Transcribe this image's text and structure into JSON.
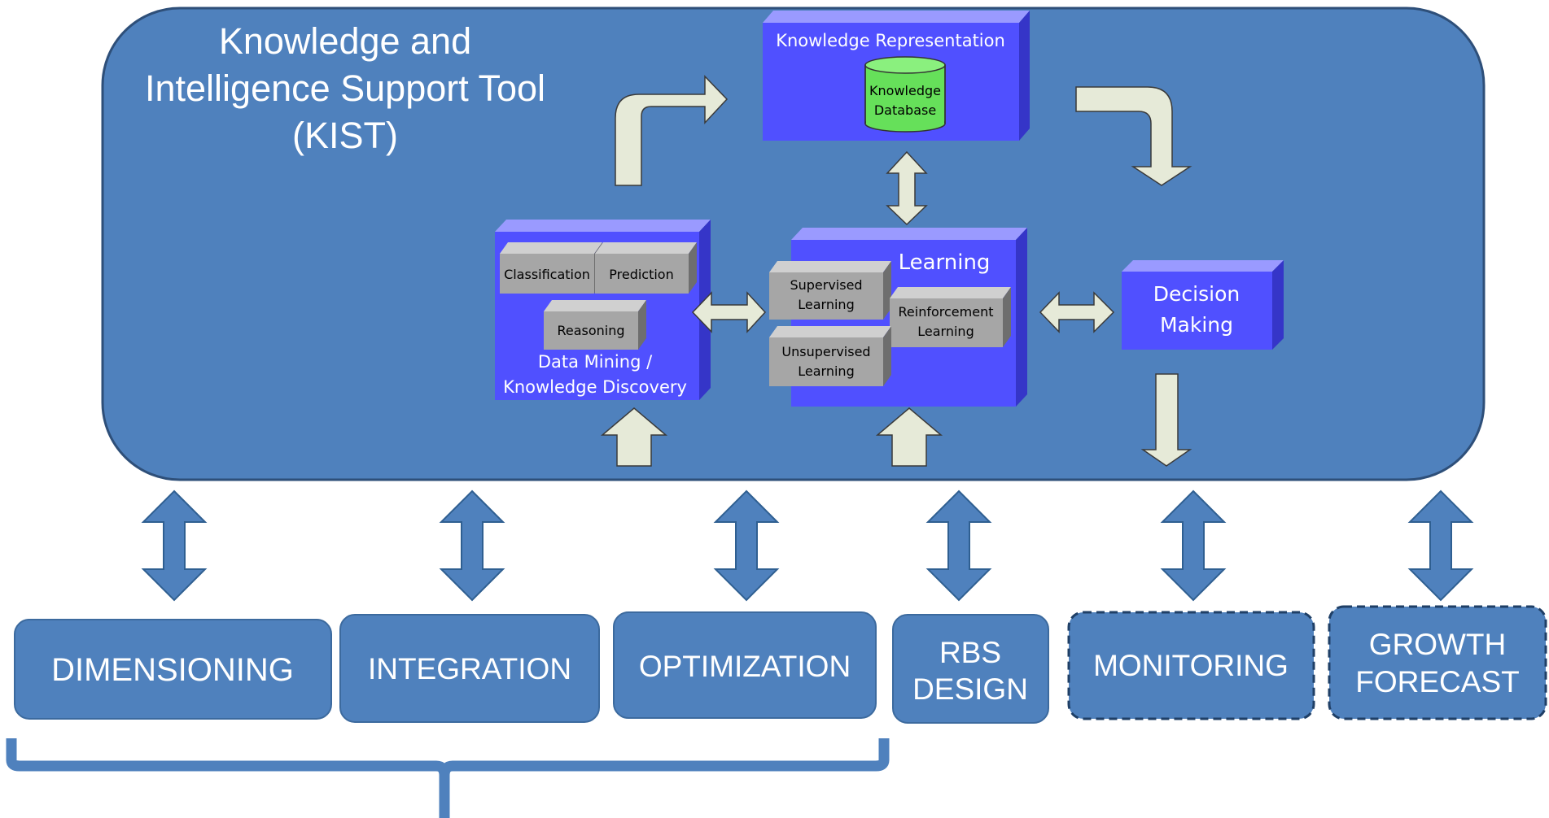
{
  "kist_title": {
    "line1": "Knowledge and",
    "line2": "Intelligence Support Tool",
    "line3": "(KIST)"
  },
  "knowledge_representation": {
    "label": "Knowledge Representation",
    "db_line1": "Knowledge",
    "db_line2": "Database"
  },
  "data_mining": {
    "classification": "Classification",
    "prediction": "Prediction",
    "reasoning": "Reasoning",
    "label_line1": "Data Mining /",
    "label_line2": "Knowledge Discovery"
  },
  "learning": {
    "title": "Learning",
    "supervised_line1": "Supervised",
    "supervised_line2": "Learning",
    "reinforcement_line1": "Reinforcement",
    "reinforcement_line2": "Learning",
    "unsupervised_line1": "Unsupervised",
    "unsupervised_line2": "Learning"
  },
  "decision_making": {
    "line1": "Decision",
    "line2": "Making"
  },
  "modules": {
    "dimensioning": "DIMENSIONING",
    "integration": "INTEGRATION",
    "optimization": "OPTIMIZATION",
    "rbs_line1": "RBS",
    "rbs_line2": "DESIGN",
    "monitoring": "MONITORING",
    "growth_line1": "GROWTH",
    "growth_line2": "FORECAST"
  },
  "colors": {
    "kist_panel": "#4F81BD",
    "module_box": "#4F81BD",
    "cube_front": "#5050FF",
    "cube_side": "#3535C8",
    "cube_top": "#9A9AFF",
    "gray_block": "#A6A6A6",
    "pale_arrow": "#E6EAD8",
    "arrow_blue": "#4F81BD",
    "arrow_outline": "#2F5F91"
  }
}
